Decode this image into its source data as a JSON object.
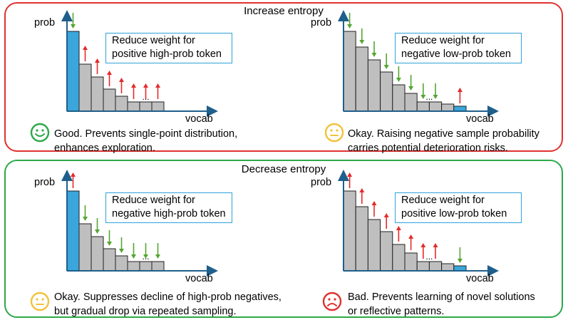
{
  "increase": {
    "title": "Increase entropy",
    "color": "#e0312f",
    "panels": [
      {
        "callout": "Reduce weight for positive high-prob token",
        "highlight": "first",
        "arrows": [
          "down",
          "up",
          "up",
          "up",
          "up",
          "up",
          "up",
          "up"
        ],
        "ellipsis": "...",
        "ylabel": "prob",
        "xlabel": "vocab",
        "face": "happy-face-icon",
        "note": "Good. Prevents single-point distribution,\nenhances exploration."
      },
      {
        "callout": "Reduce weight for negative low-prob token",
        "highlight": "last",
        "arrows": [
          "down",
          "down",
          "down",
          "down",
          "down",
          "down",
          "down",
          "down",
          "up"
        ],
        "ellipsis": "...",
        "ylabel": "prob",
        "xlabel": "vocab",
        "face": "neutral-face-icon",
        "note": "Okay. Raising negative sample probability\ncarries potential deterioration risks."
      }
    ]
  },
  "decrease": {
    "title": "Decrease entropy",
    "color": "#2da84a",
    "panels": [
      {
        "callout": "Reduce weight for negative high-prob token",
        "highlight": "first",
        "arrows": [
          "up",
          "down",
          "down",
          "down",
          "down",
          "down",
          "down",
          "down"
        ],
        "ellipsis": "...",
        "ylabel": "prob",
        "xlabel": "vocab",
        "face": "neutral-face-icon",
        "note": "Okay. Suppresses decline of high-prob negatives,\nbut gradual drop via repeated sampling."
      },
      {
        "callout": "Reduce weight for positive low-prob token",
        "highlight": "last",
        "arrows": [
          "up",
          "up",
          "up",
          "up",
          "up",
          "up",
          "up",
          "up",
          "down"
        ],
        "ellipsis": "...",
        "ylabel": "prob",
        "xlabel": "vocab",
        "face": "sad-face-icon",
        "note": "Bad. Prevents learning of novel solutions\nor reflective patterns."
      }
    ]
  },
  "colors": {
    "bar_fill": "#bfbfbf",
    "highlight_fill": "#3aa6dc",
    "arrow_up": "#e52a2a",
    "arrow_down": "#55a532",
    "axis": "#1f5f8b",
    "face_happy": "#2da84a",
    "face_neutral": "#f2c23a",
    "face_sad": "#e0312f"
  }
}
